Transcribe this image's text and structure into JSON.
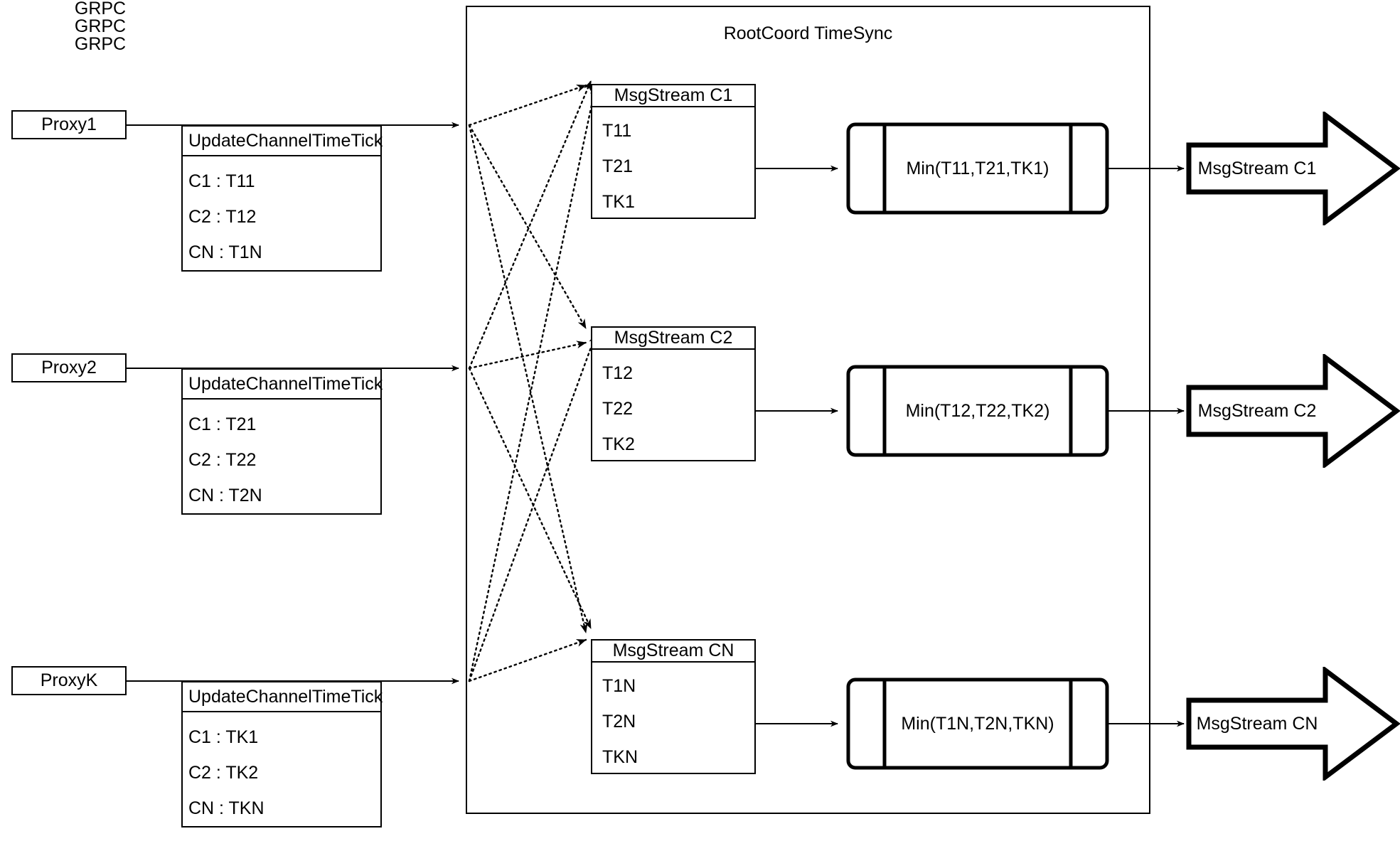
{
  "container": {
    "title": "RootCoord TimeSync"
  },
  "rows": [
    {
      "proxy_label": "Proxy1",
      "grpc_label": "GRPC",
      "tick_table": {
        "header": "UpdateChannelTimeTick",
        "rows": [
          "C1 :  T11",
          "C2 :  T12",
          "CN : T1N"
        ]
      },
      "msgstream": {
        "header": "MsgStream C1",
        "rows": [
          "T11",
          "T21",
          "TK1"
        ]
      },
      "process_label": "Min(T11,T21,TK1)",
      "output_label": "MsgStream C1"
    },
    {
      "proxy_label": "Proxy2",
      "grpc_label": "GRPC",
      "tick_table": {
        "header": "UpdateChannelTimeTick",
        "rows": [
          "C1 :  T21",
          "C2 :  T22",
          "CN : T2N"
        ]
      },
      "msgstream": {
        "header": "MsgStream C2",
        "rows": [
          "T12",
          "T22",
          "TK2"
        ]
      },
      "process_label": "Min(T12,T22,TK2)",
      "output_label": "MsgStream C2"
    },
    {
      "proxy_label": "ProxyK",
      "grpc_label": "GRPC",
      "tick_table": {
        "header": "UpdateChannelTimeTick",
        "rows": [
          "C1 :  TK1",
          "C2 :  TK2",
          "CN : TKN"
        ]
      },
      "msgstream": {
        "header": "MsgStream CN",
        "rows": [
          "T1N",
          "T2N",
          "TKN"
        ]
      },
      "process_label": "Min(T1N,T2N,TKN)",
      "output_label": "MsgStream CN"
    }
  ],
  "colors": {
    "stroke": "#000000",
    "background": "#ffffff"
  }
}
